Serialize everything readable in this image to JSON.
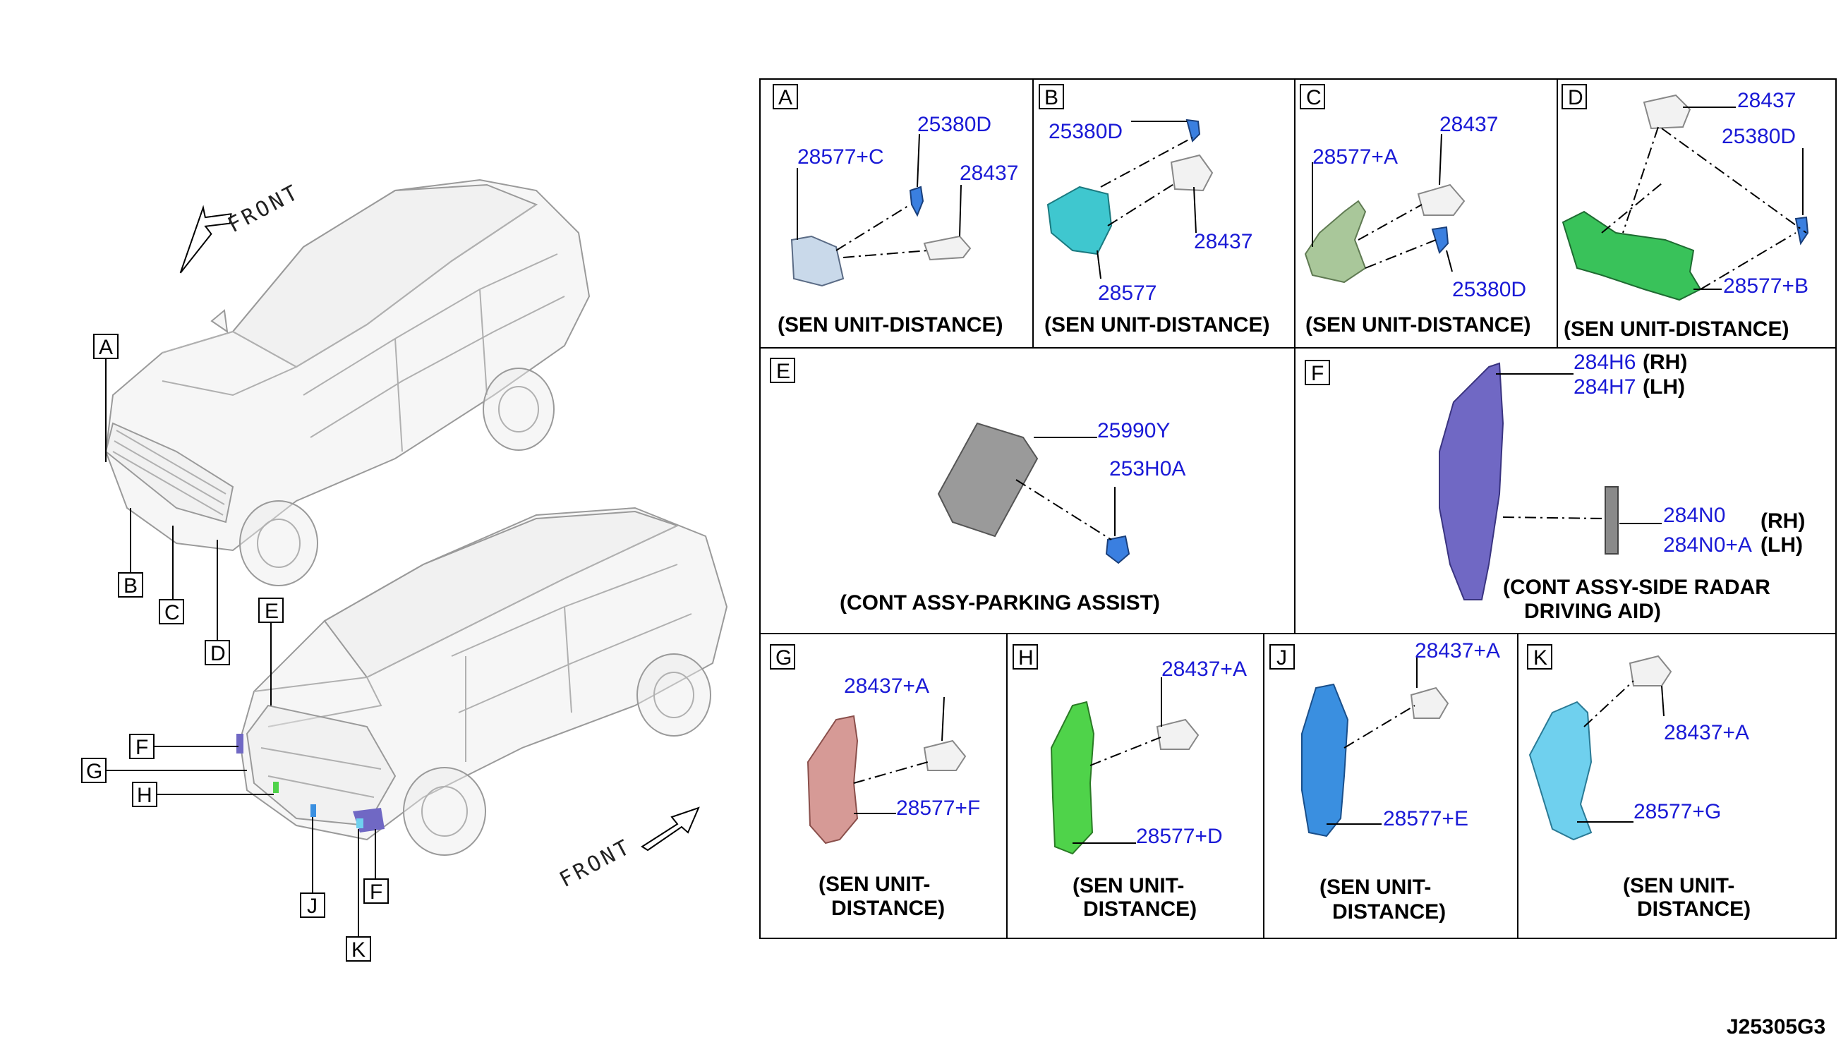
{
  "diagram": {
    "code": "J25305G3",
    "front_label": "FRONT",
    "vehicle_tags": [
      "A",
      "B",
      "C",
      "D",
      "E",
      "F",
      "G",
      "H",
      "J",
      "K",
      "F"
    ],
    "panels": {
      "A": {
        "tag": "A",
        "parts": [
          "28577+C",
          "25380D",
          "28437"
        ],
        "caption": "(SEN UNIT-DISTANCE)"
      },
      "B": {
        "tag": "B",
        "parts": [
          "25380D",
          "28437",
          "28577"
        ],
        "caption": "(SEN UNIT-DISTANCE)"
      },
      "C": {
        "tag": "C",
        "parts": [
          "28577+A",
          "28437",
          "25380D"
        ],
        "caption": "(SEN UNIT-DISTANCE)"
      },
      "D": {
        "tag": "D",
        "parts": [
          "28437",
          "25380D",
          "28577+B"
        ],
        "caption": "(SEN UNIT-DISTANCE)"
      },
      "E": {
        "tag": "E",
        "parts": [
          "25990Y",
          "253H0A"
        ],
        "caption": "(CONT ASSY-PARKING ASSIST)"
      },
      "F": {
        "tag": "F",
        "parts": [
          "284H6",
          "284H7",
          "284N0",
          "284N0+A"
        ],
        "sides": [
          "(RH)",
          "(LH)",
          "(RH)",
          "(LH)"
        ],
        "caption_line1": "(CONT ASSY-SIDE RADAR",
        "caption_line2": "DRIVING AID)"
      },
      "G": {
        "tag": "G",
        "parts": [
          "28437+A",
          "28577+F"
        ],
        "caption_line1": "(SEN UNIT-",
        "caption_line2": "DISTANCE)"
      },
      "H": {
        "tag": "H",
        "parts": [
          "28437+A",
          "28577+D"
        ],
        "caption_line1": "(SEN UNIT-",
        "caption_line2": "DISTANCE)"
      },
      "J": {
        "tag": "J",
        "parts": [
          "28437+A",
          "28577+E"
        ],
        "caption_line1": "(SEN UNIT-",
        "caption_line2": "DISTANCE)"
      },
      "K": {
        "tag": "K",
        "parts": [
          "28437+A",
          "28577+G"
        ],
        "caption_line1": "(SEN UNIT-",
        "caption_line2": "DISTANCE)"
      }
    },
    "part_colors": {
      "A": "#c9d9ea",
      "B": "#3fc7cf",
      "C": "#a9c79a",
      "D": "#39c25a",
      "E": "#9a9a9a",
      "F": "#7068c4",
      "G": "#d69a96",
      "H": "#4fd34a",
      "J": "#3a8fe0",
      "K": "#6fd0ee"
    }
  }
}
